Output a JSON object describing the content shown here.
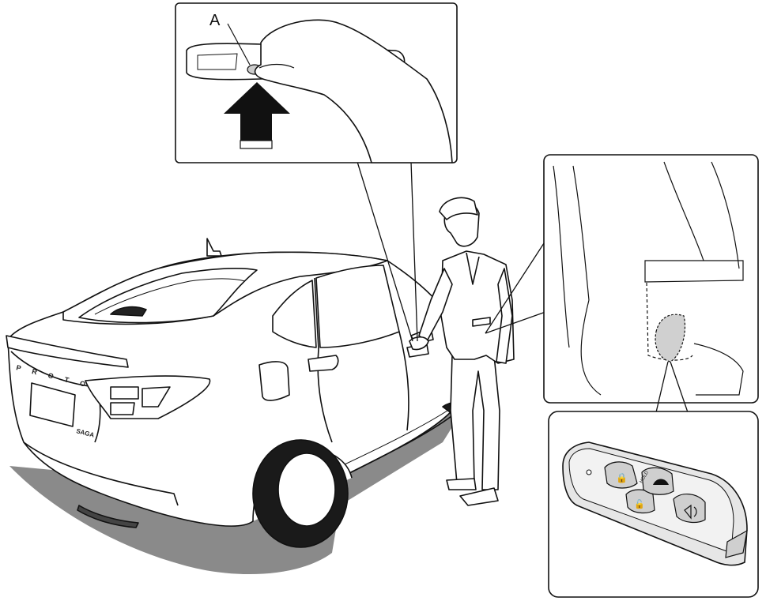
{
  "callouts": {
    "handle_button_label": "A"
  },
  "car": {
    "trunk_brand": "P R O T O N",
    "model_badge": "SAGA"
  },
  "key_fob": {
    "hold_label": "HOLD"
  },
  "colors": {
    "line": "#111111",
    "road_shadow": "#8a8a8a",
    "tire": "#1a1a1a",
    "fob_body": "#e6e6e6",
    "fob_buttons": "#cfcfcf",
    "arrow": "#111111"
  }
}
